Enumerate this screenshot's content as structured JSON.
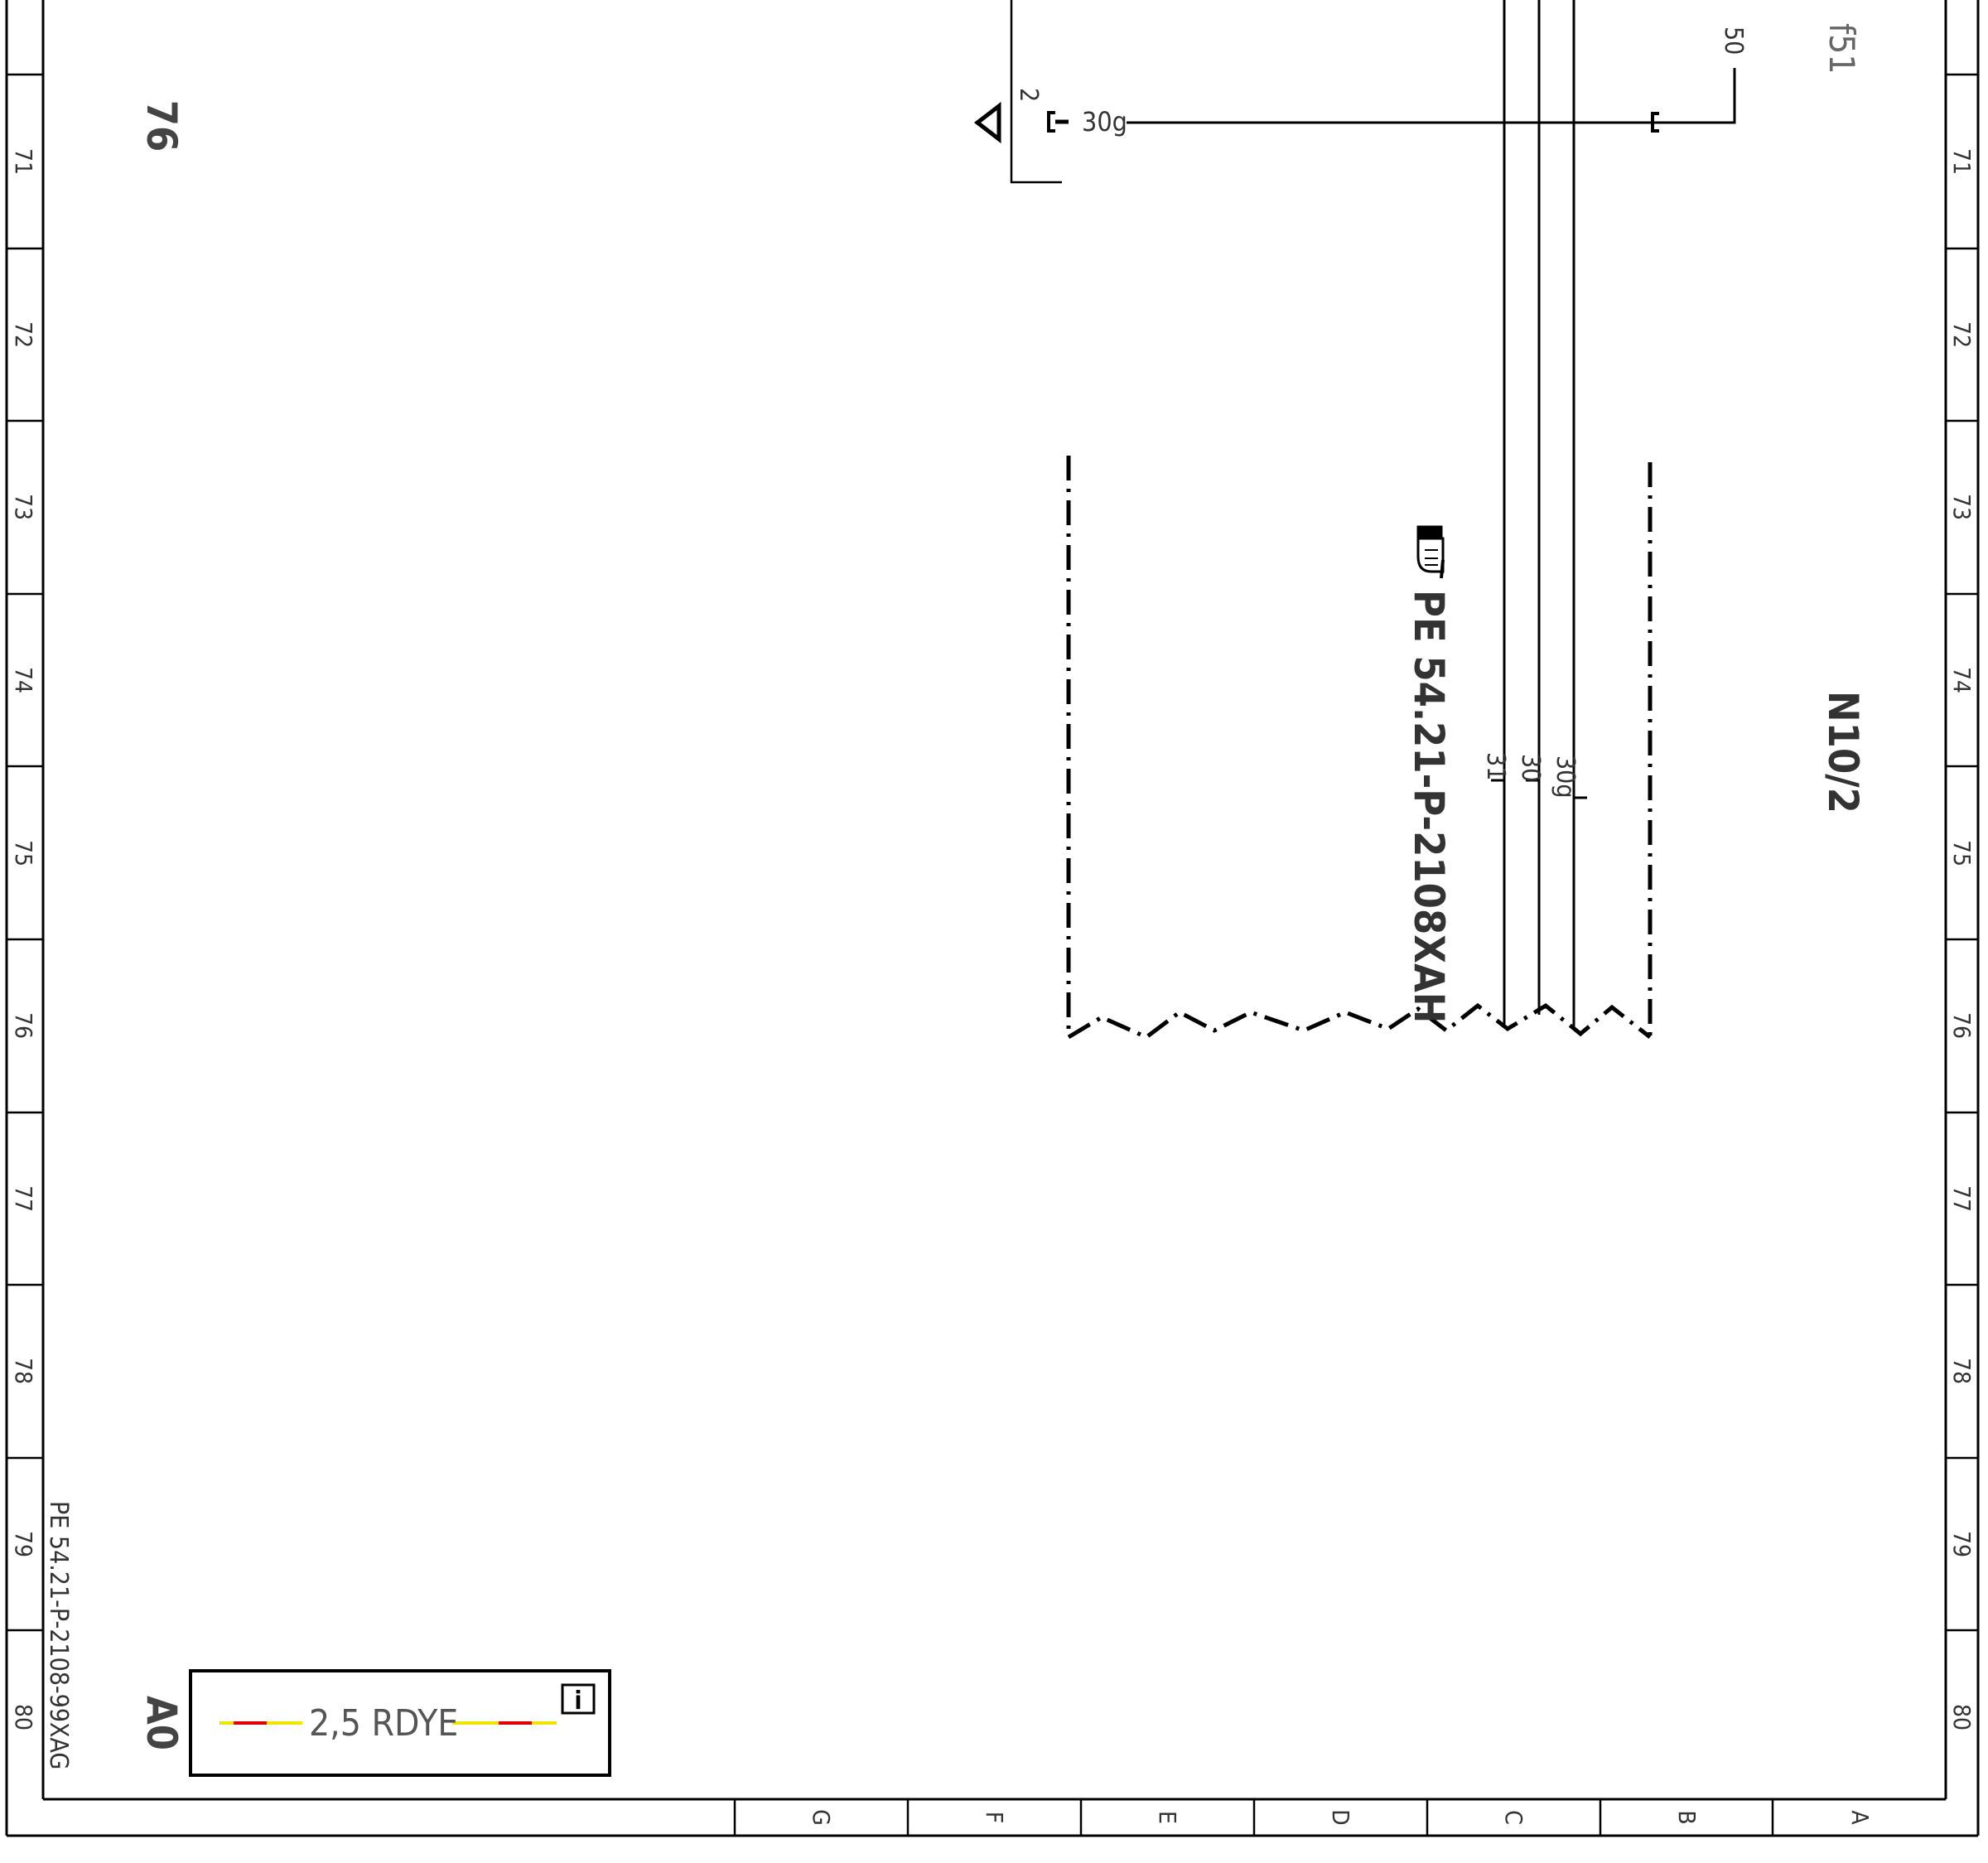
{
  "row_labels": [
    "71",
    "72",
    "73",
    "74",
    "75",
    "76",
    "77",
    "78",
    "79",
    "80"
  ],
  "col_labels": [
    "G",
    "F",
    "E",
    "D",
    "C",
    "B",
    "A"
  ],
  "sheet_number": "76",
  "sheet_size": "A0",
  "drawing_number": "PE 54.21-P-2108-99XAG",
  "component_label": "N10/2",
  "fuse_label": "f51",
  "ground_connector": {
    "pin": "2",
    "wire_label": "30g"
  },
  "fuse_terminal": "50",
  "connector_pins": [
    "31",
    "30",
    "30g"
  ],
  "reference": "PE 54.21-P-2108XAH",
  "wire_legend": {
    "text": "2,5 RDYE",
    "colors": [
      "#e00000",
      "#f2e600"
    ]
  }
}
